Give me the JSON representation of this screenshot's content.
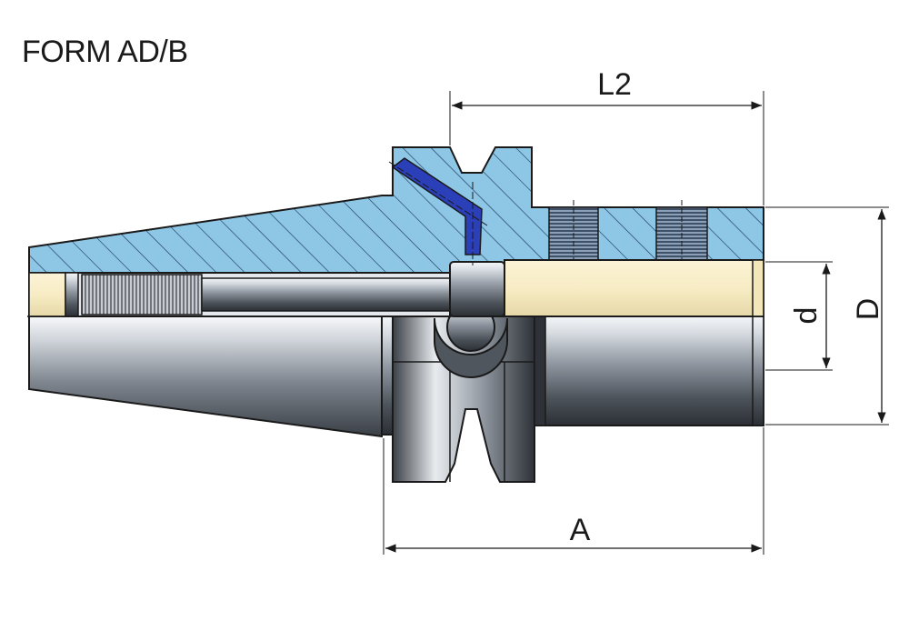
{
  "title": "FORM AD/B",
  "labels": {
    "l2": "L2",
    "a": "A",
    "d_small": "d",
    "d_large": "D"
  },
  "colors": {
    "section_fill": "#8ec7e6",
    "hatch": "#1f3a5a",
    "outline": "#1a1a1a",
    "bolt": "#2a3fb8",
    "bore": "#f6ecc6"
  }
}
